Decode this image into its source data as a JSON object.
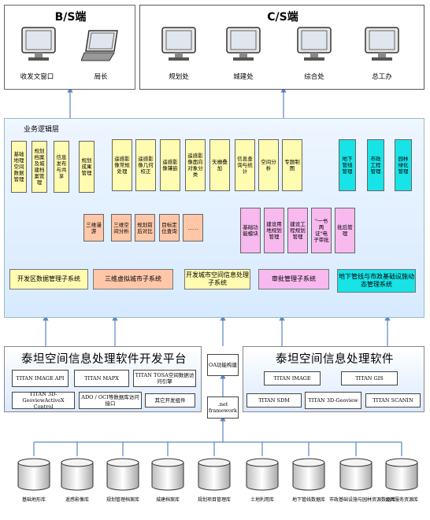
{
  "bs_panel": {
    "title": "B/S端",
    "clients": [
      {
        "label": "收发文窗口",
        "device": "monitor-icon"
      },
      {
        "label": "局长",
        "device": "laptop-icon"
      }
    ]
  },
  "cs_panel": {
    "title": "C/S端",
    "clients": [
      {
        "label": "规划处",
        "device": "monitor-icon"
      },
      {
        "label": "城建处",
        "device": "monitor-icon"
      },
      {
        "label": "综合处",
        "device": "monitor-icon"
      },
      {
        "label": "总工办",
        "device": "monitor-icon"
      }
    ]
  },
  "business_layer": {
    "title": "业务逻辑层",
    "top_modules": [
      {
        "label": "基础地理空间数据管理",
        "color": "yellow"
      },
      {
        "label": "规划档案及城建档案管理",
        "color": "yellow"
      },
      {
        "label": "信息发布与共享",
        "color": "yellow"
      },
      {
        "label": "规划成果管理",
        "color": "yellow"
      },
      {
        "label": "遥感影像常规处理",
        "color": "yellow"
      },
      {
        "label": "遥感影像几何校正",
        "color": "yellow"
      },
      {
        "label": "遥感影像镶嵌",
        "color": "yellow"
      },
      {
        "label": "遥感影像面向对象分类",
        "color": "yellow"
      },
      {
        "label": "矢栅叠加",
        "color": "yellow"
      },
      {
        "label": "信息查询与统计",
        "color": "yellow"
      },
      {
        "label": "空间分析",
        "color": "yellow"
      },
      {
        "label": "专题制图",
        "color": "yellow"
      },
      {
        "label": "地下管线管理",
        "color": "cyan"
      },
      {
        "label": "市政工程管理",
        "color": "cyan"
      },
      {
        "label": "园林绿化管理",
        "color": "cyan"
      }
    ],
    "mid_modules_orange": [
      "三维漫游",
      "三维空间分析",
      "规划前后对比",
      "目标定位查询",
      "……"
    ],
    "mid_modules_pink": [
      "基础功能模块",
      "建设用地规划管理",
      "建设工程规划管理",
      "\"一书两证\"电子审批",
      "批后管理"
    ],
    "subsystems": [
      {
        "label": "开发区数据管理子系统"
      },
      {
        "label": "三维虚拟城市子系统"
      },
      {
        "label": "开发城市空间信息处理子系统"
      },
      {
        "label": "审批管理子系统"
      },
      {
        "label": "地下管线与市政基础设施动态管理系统"
      }
    ]
  },
  "left_platform": {
    "title": "泰坦空间信息处理软件开发平台",
    "boxes": [
      "TITAN IMAGE API",
      "TITAN MAPX",
      "TITAN TOSA空间数据访问引擎",
      "TITAN 3D-GeoviewActiveX Control",
      "ADO / OCI等数据库访问接口",
      "其它开发组件"
    ]
  },
  "middle_stack": {
    "oa": "OA功能构建",
    "net": ".net framework"
  },
  "right_platform": {
    "title": "泰坦空间信息处理软件",
    "boxes": [
      "TITAN IMAGE",
      "TITAN GIS",
      "TITAN SDM",
      "TITAN 3D-Geoview",
      "TITAN SCANIN"
    ]
  },
  "databases": [
    "基础地形库",
    "遥感影像库",
    "规划管理档案库",
    "城建档案库",
    "规划项目管理库",
    "土地利用库",
    "地下管线数据库",
    "市政基础设施与园林资源数据库",
    "公共服务资源库"
  ]
}
